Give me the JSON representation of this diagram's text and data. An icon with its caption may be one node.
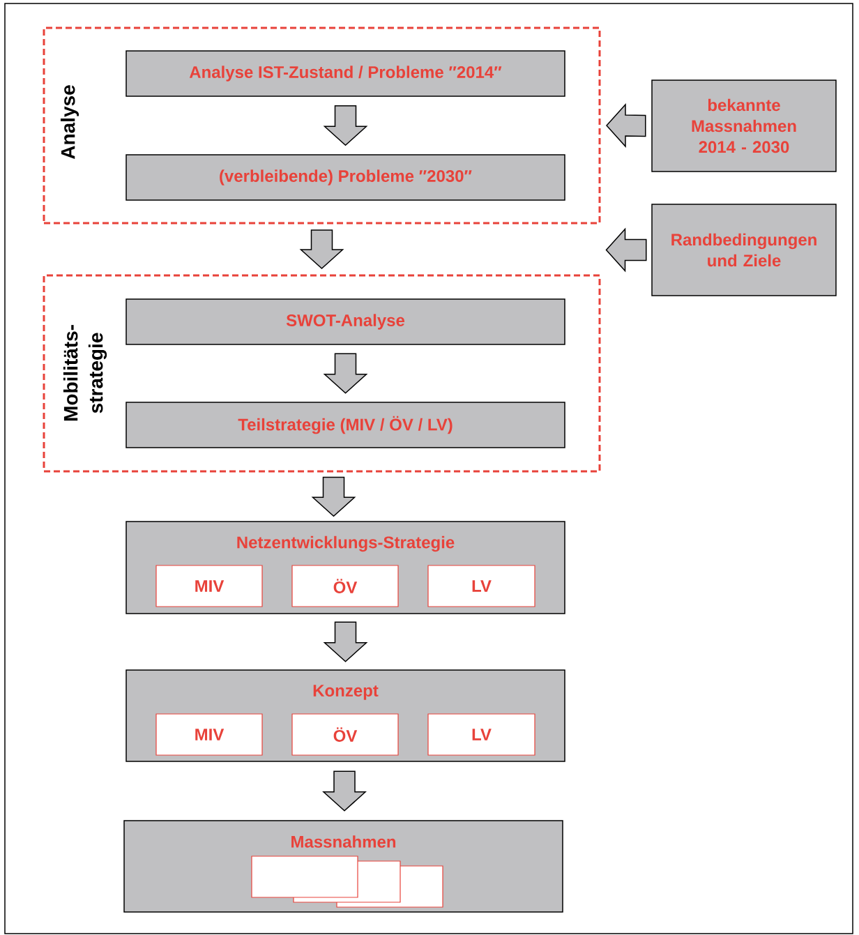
{
  "diagram": {
    "nodes": [
      {
        "text": [
          "Analyse"
        ]
      },
      {
        "text": [
          "Analyse IST-Zustand / Probleme ″2014″"
        ],
        "in": 0
      },
      {
        "text": [
          "(verbleibende) Probleme ″2030″"
        ],
        "in": 0
      },
      {
        "text": [
          "bekannte Massnahmen 2014 - 2030"
        ]
      },
      {
        "text": [
          "Randbedingungen und Ziele"
        ]
      },
      {
        "text": [
          "Mobilitäts- strategie"
        ]
      },
      {
        "text": [
          "SWOT-Analyse"
        ],
        "in": 5
      },
      {
        "text": [
          "Teilstrategie (MIV / ÖV / LV)"
        ],
        "in": 5
      },
      {
        "text": [
          "Netzentwicklungs-Strategie"
        ]
      },
      {
        "text": [
          "MIV"
        ],
        "in": 8
      },
      {
        "text": [
          "ÖV"
        ],
        "in": 8
      },
      {
        "text": [
          "LV"
        ],
        "in": 8
      },
      {
        "text": [
          "Konzept"
        ]
      },
      {
        "text": [
          "MIV"
        ],
        "in": 12
      },
      {
        "text": [
          "ÖV"
        ],
        "in": 12
      },
      {
        "text": [
          "LV"
        ],
        "in": 12
      },
      {
        "text": [
          "Massnahmen"
        ]
      },
      {
        "text": [],
        "shape": "box",
        "in": 16
      },
      {
        "text": [],
        "shape": "box",
        "in": 16
      },
      {
        "text": [],
        "shape": "box",
        "in": 16
      }
    ],
    "edges": [
      {
        "from": 1,
        "to": 2,
        "arrow": "to"
      },
      {
        "from": 3,
        "to": 0,
        "arrow": "to"
      },
      {
        "from": 0,
        "to": 5,
        "arrow": "to"
      },
      {
        "from": 4,
        "to": null,
        "arrow": "to"
      },
      {
        "from": 6,
        "to": 7,
        "arrow": "to"
      },
      {
        "from": 5,
        "to": 8,
        "arrow": "to"
      },
      {
        "from": 8,
        "to": 12,
        "arrow": "to"
      },
      {
        "from": 12,
        "to": 16,
        "arrow": "to"
      }
    ]
  }
}
